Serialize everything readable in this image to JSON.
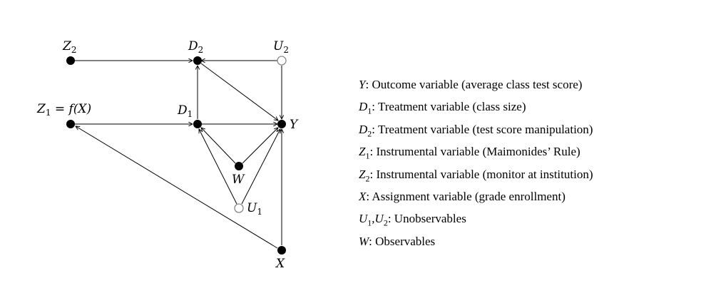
{
  "nodes": {
    "Z2": {
      "base": "Z",
      "sub": "2",
      "rest": ""
    },
    "D2": {
      "base": "D",
      "sub": "2",
      "rest": ""
    },
    "U2": {
      "base": "U",
      "sub": "2",
      "rest": ""
    },
    "Z1": {
      "base": "Z",
      "sub": "1",
      "rest": " = f(X)"
    },
    "D1": {
      "base": "D",
      "sub": "1",
      "rest": ""
    },
    "Y": {
      "base": "Y",
      "sub": "",
      "rest": ""
    },
    "W": {
      "base": "W",
      "sub": "",
      "rest": ""
    },
    "U1": {
      "base": "U",
      "sub": "1",
      "rest": ""
    },
    "X": {
      "base": "X",
      "sub": "",
      "rest": ""
    }
  },
  "legend": [
    {
      "base": "Y",
      "sub": "",
      "extra": "",
      "text": ":  Outcome variable (average class test score)"
    },
    {
      "base": "D",
      "sub": "1",
      "extra": "",
      "text": ":  Treatment variable (class size)"
    },
    {
      "base": "D",
      "sub": "2",
      "extra": "",
      "text": ":  Treatment variable (test score manipulation)"
    },
    {
      "base": "Z",
      "sub": "1",
      "extra": "",
      "text": ":  Instrumental variable (Maimonides’ Rule)"
    },
    {
      "base": "Z",
      "sub": "2",
      "extra": "",
      "text": ":  Instrumental variable (monitor at institution)"
    },
    {
      "base": "X",
      "sub": "",
      "extra": "",
      "text": ":  Assignment variable (grade enrollment)"
    },
    {
      "base": "U",
      "sub": "1",
      "extra": ",U",
      "extra_sub": "2",
      "text": ":  Unobservables"
    },
    {
      "base": "W",
      "sub": "",
      "extra": "",
      "text": ":  Observables"
    }
  ]
}
